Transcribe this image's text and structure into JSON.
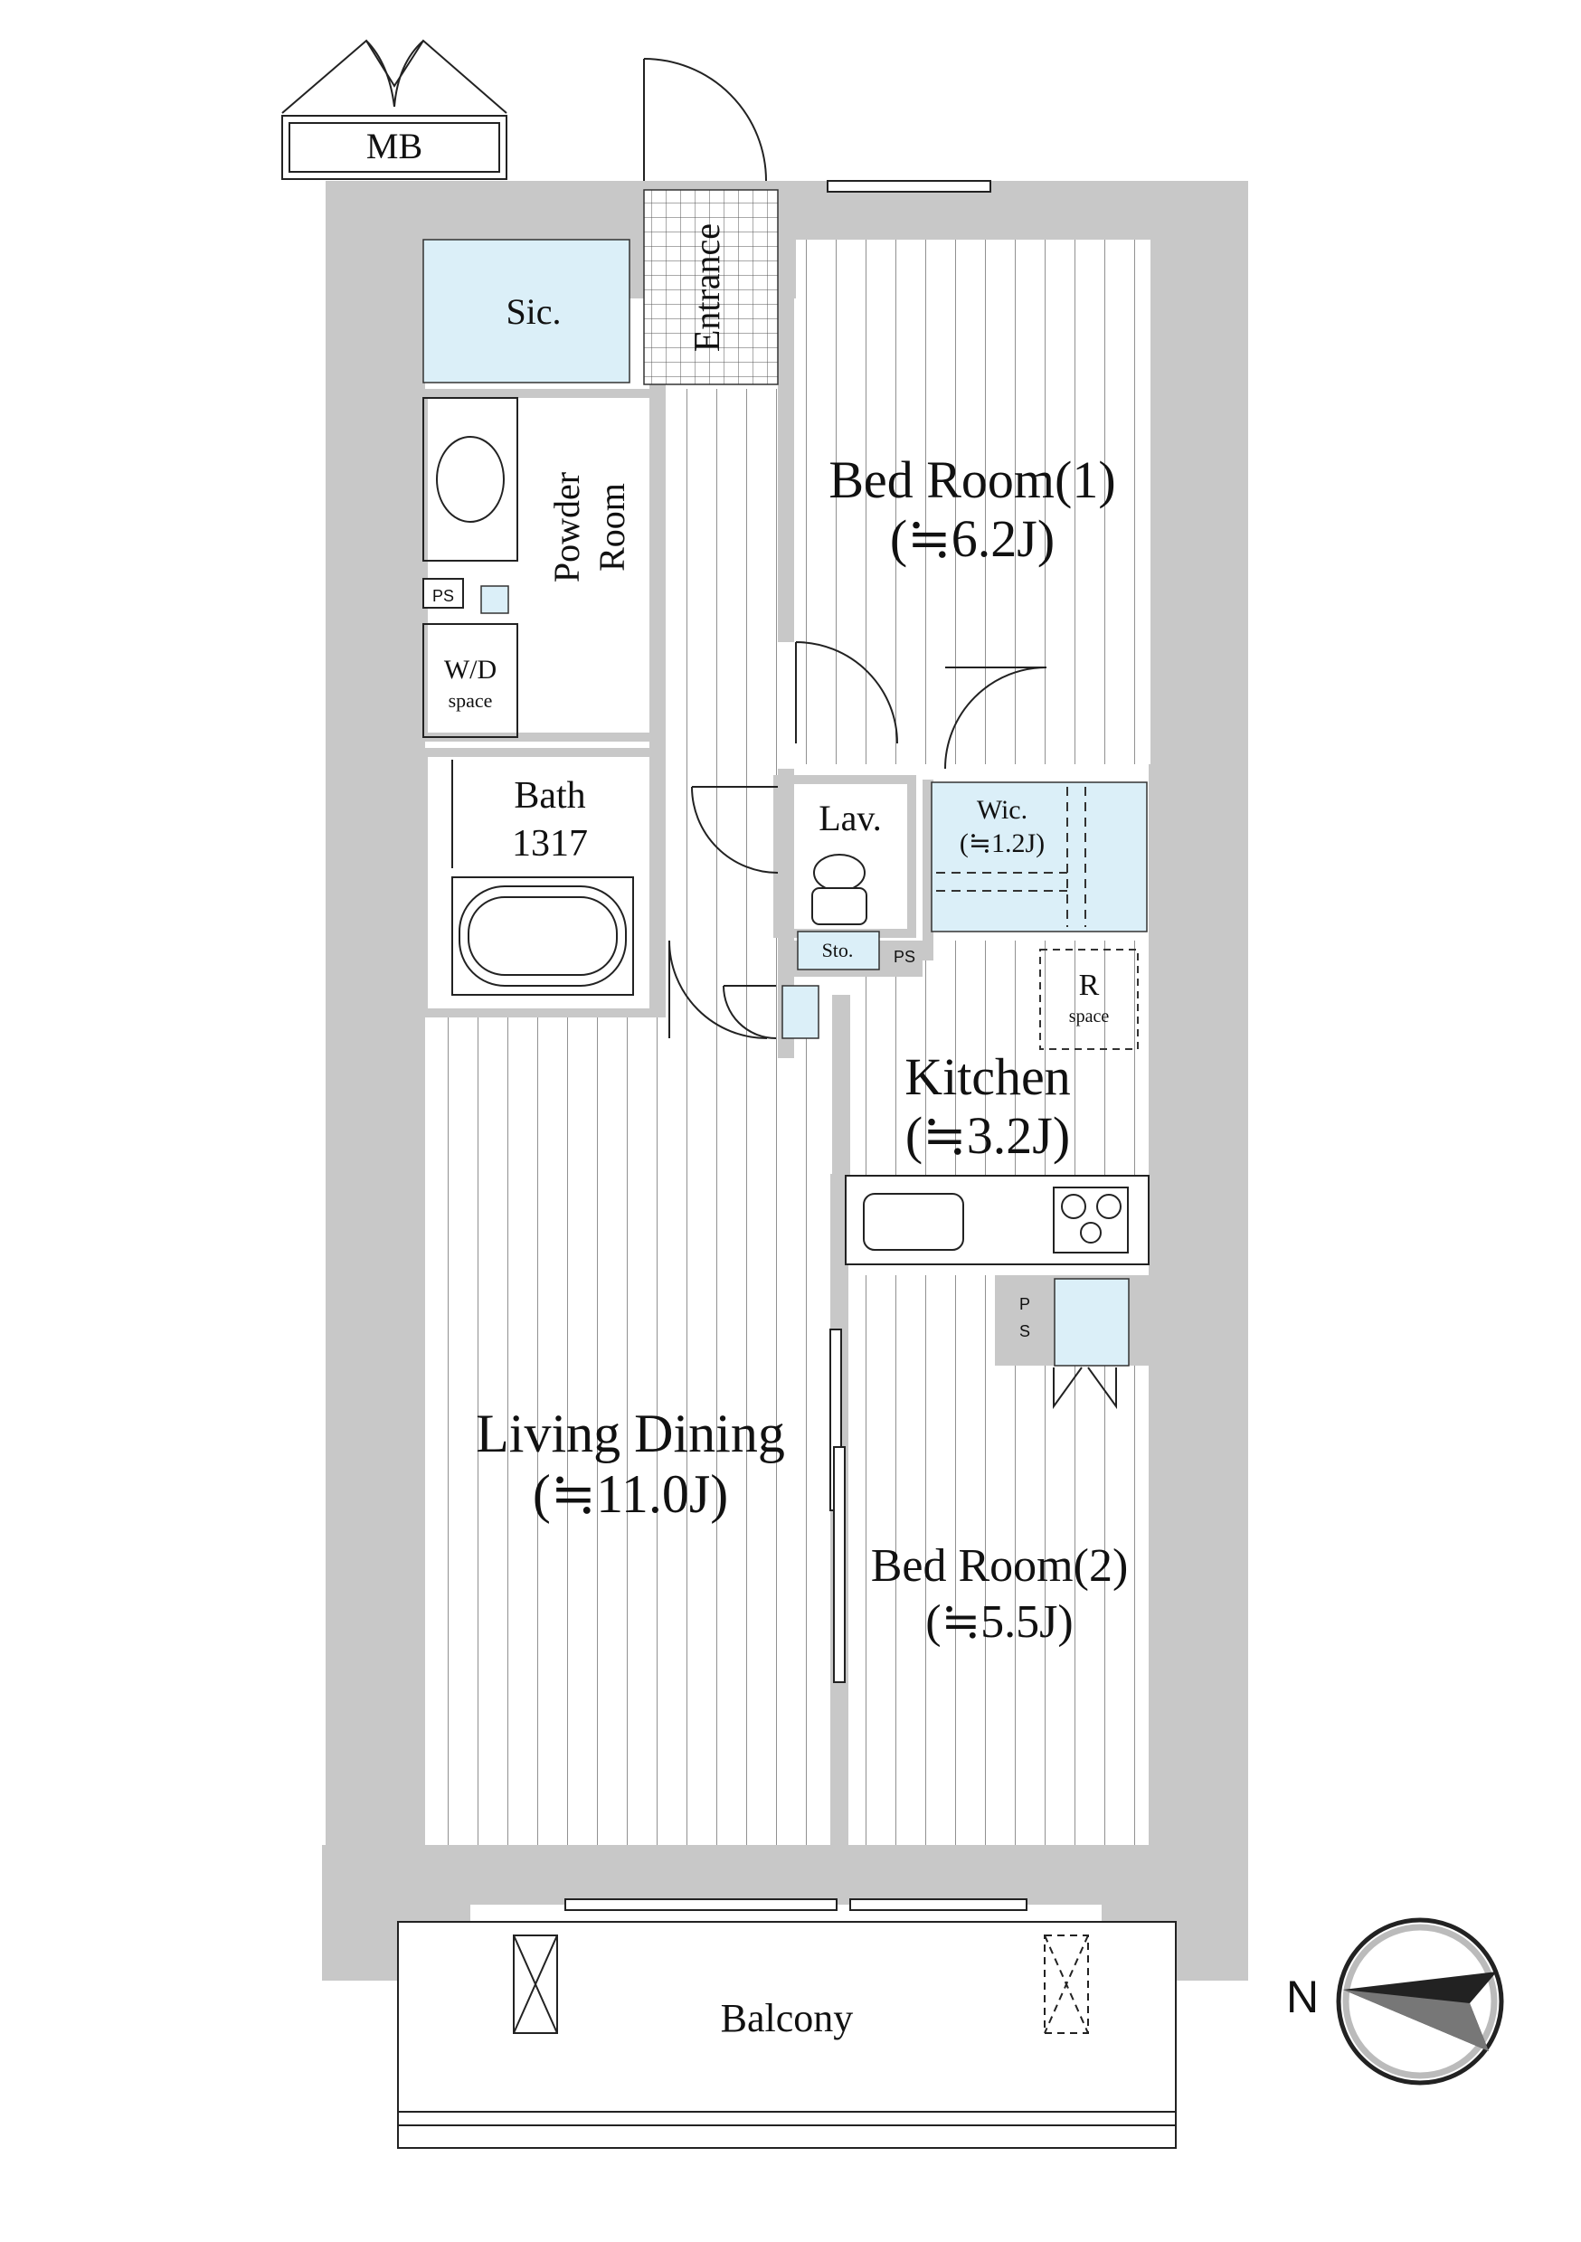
{
  "rooms": {
    "mb": "MB",
    "sic": "Sic.",
    "entrance": "Entrance",
    "powder_line1": "Powder",
    "powder_line2": "Room",
    "ps": "PS",
    "wd_line1": "W/D",
    "wd_line2": "space",
    "bath_line1": "Bath",
    "bath_line2": "1317",
    "bed1_name": "Bed Room(1)",
    "bed1_size": "(≒6.2J)",
    "lav": "Lav.",
    "wic_name": "Wic.",
    "wic_size": "(≒1.2J)",
    "sto": "Sto.",
    "r_line1": "R",
    "r_line2": "space",
    "kitchen_name": "Kitchen",
    "kitchen_size": "(≒3.2J)",
    "ps_v1": "P",
    "ps_v2": "S",
    "living_name": "Living Dining",
    "living_size": "(≒11.0J)",
    "bed2_name": "Bed Room(2)",
    "bed2_size": "(≒5.5J)",
    "balcony": "Balcony"
  },
  "compass": {
    "label": "N"
  },
  "colors": {
    "wall": "#c8c8c8",
    "storage": "#dbeff8",
    "line": "#222222"
  }
}
